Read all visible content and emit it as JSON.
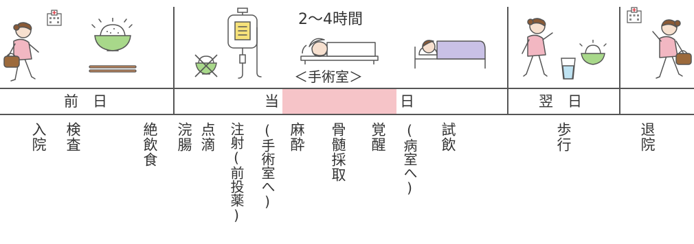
{
  "header": {
    "duration": "2～4時間",
    "room": "＜手術室＞"
  },
  "days": {
    "prev": "前　日",
    "same_a": "当",
    "same_b": "日",
    "next": "翌　日"
  },
  "events": {
    "admission": "入院",
    "exam": "検査",
    "fasting": "絶飲食",
    "enema": "浣腸",
    "drip": "点滴",
    "injection": "注射(前投薬)",
    "to_or": "(手術室へ)",
    "anesthesia": "麻酔",
    "marrow": "骨髄採取",
    "awake": "覚醒",
    "to_ward": "(病室へ)",
    "trial_drink": "試飲",
    "walk": "歩行",
    "discharge": "退院"
  },
  "colors": {
    "surgery_band": "#f6c4c8",
    "skin": "#f7e0cf",
    "hair": "#8a5a36",
    "shirt": "#f2b7c2",
    "bowl": "#a8d88a",
    "bag": "#9c6a3c",
    "line": "#555555"
  },
  "icons": [
    "hospital-icon",
    "rice-bowl-icon",
    "chopsticks-icon",
    "iv-bag-icon",
    "crossed-bowl-icon",
    "surgery-bed-icon",
    "patient-bed-icon",
    "water-glass-icon",
    "person-walking-icon"
  ]
}
